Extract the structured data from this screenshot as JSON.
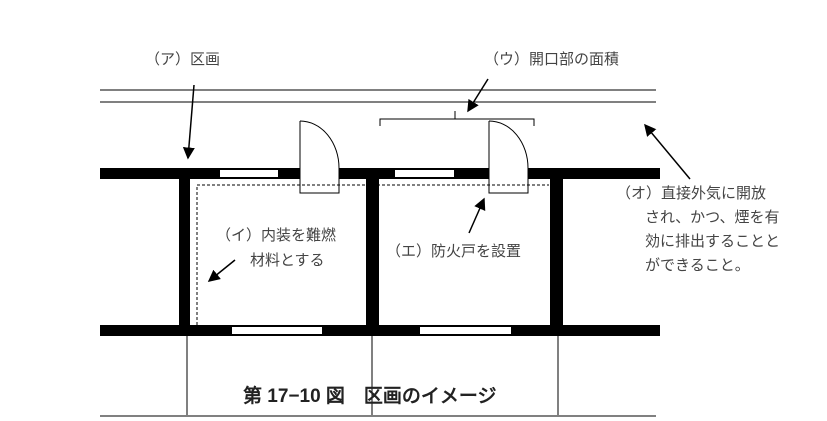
{
  "labels": {
    "a": "（ア）区画",
    "u": "（ウ）開口部の面積",
    "i": [
      "（イ）内装を難燃",
      "材料とする"
    ],
    "e": "（エ）防火戸を設置",
    "o": [
      "（オ）直接外気に開放",
      "され、かつ、煙を有",
      "効に排出することと",
      "ができること。"
    ]
  },
  "caption": "第 17−10 図　区画のイメージ"
}
